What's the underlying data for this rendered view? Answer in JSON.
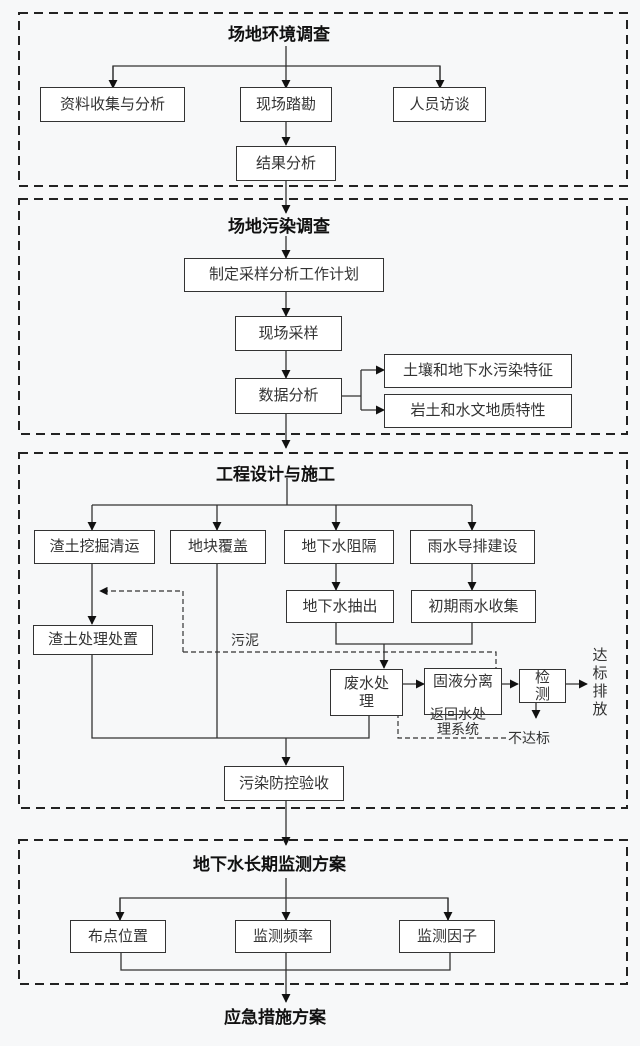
{
  "sections": [
    {
      "title": "场地环境调查",
      "nodes": [
        "资料收集与分析",
        "现场踏勘",
        "人员访谈",
        "结果分析"
      ]
    },
    {
      "title": "场地污染调查",
      "nodes": [
        "制定采样分析工作计划",
        "现场采样",
        "数据分析",
        "土壤和地下水污染特征",
        "岩土和水文地质特性"
      ]
    },
    {
      "title": "工程设计与施工",
      "nodes": [
        "渣土挖掘清运",
        "地块覆盖",
        "地下水阻隔",
        "雨水导排建设",
        "渣土处理处置",
        "地下水抽出",
        "初期雨水收集",
        "废水处理",
        "固液分离",
        "检测",
        "污染防控验收"
      ],
      "labels": {
        "sludge": "污泥",
        "return_water": "返回水处理系统",
        "not_meet": "不达标",
        "meet_discharge": "达标排放"
      }
    },
    {
      "title": "地下水长期监测方案",
      "nodes": [
        "布点位置",
        "监测频率",
        "监测因子"
      ]
    }
  ],
  "final": "应急措施方案"
}
